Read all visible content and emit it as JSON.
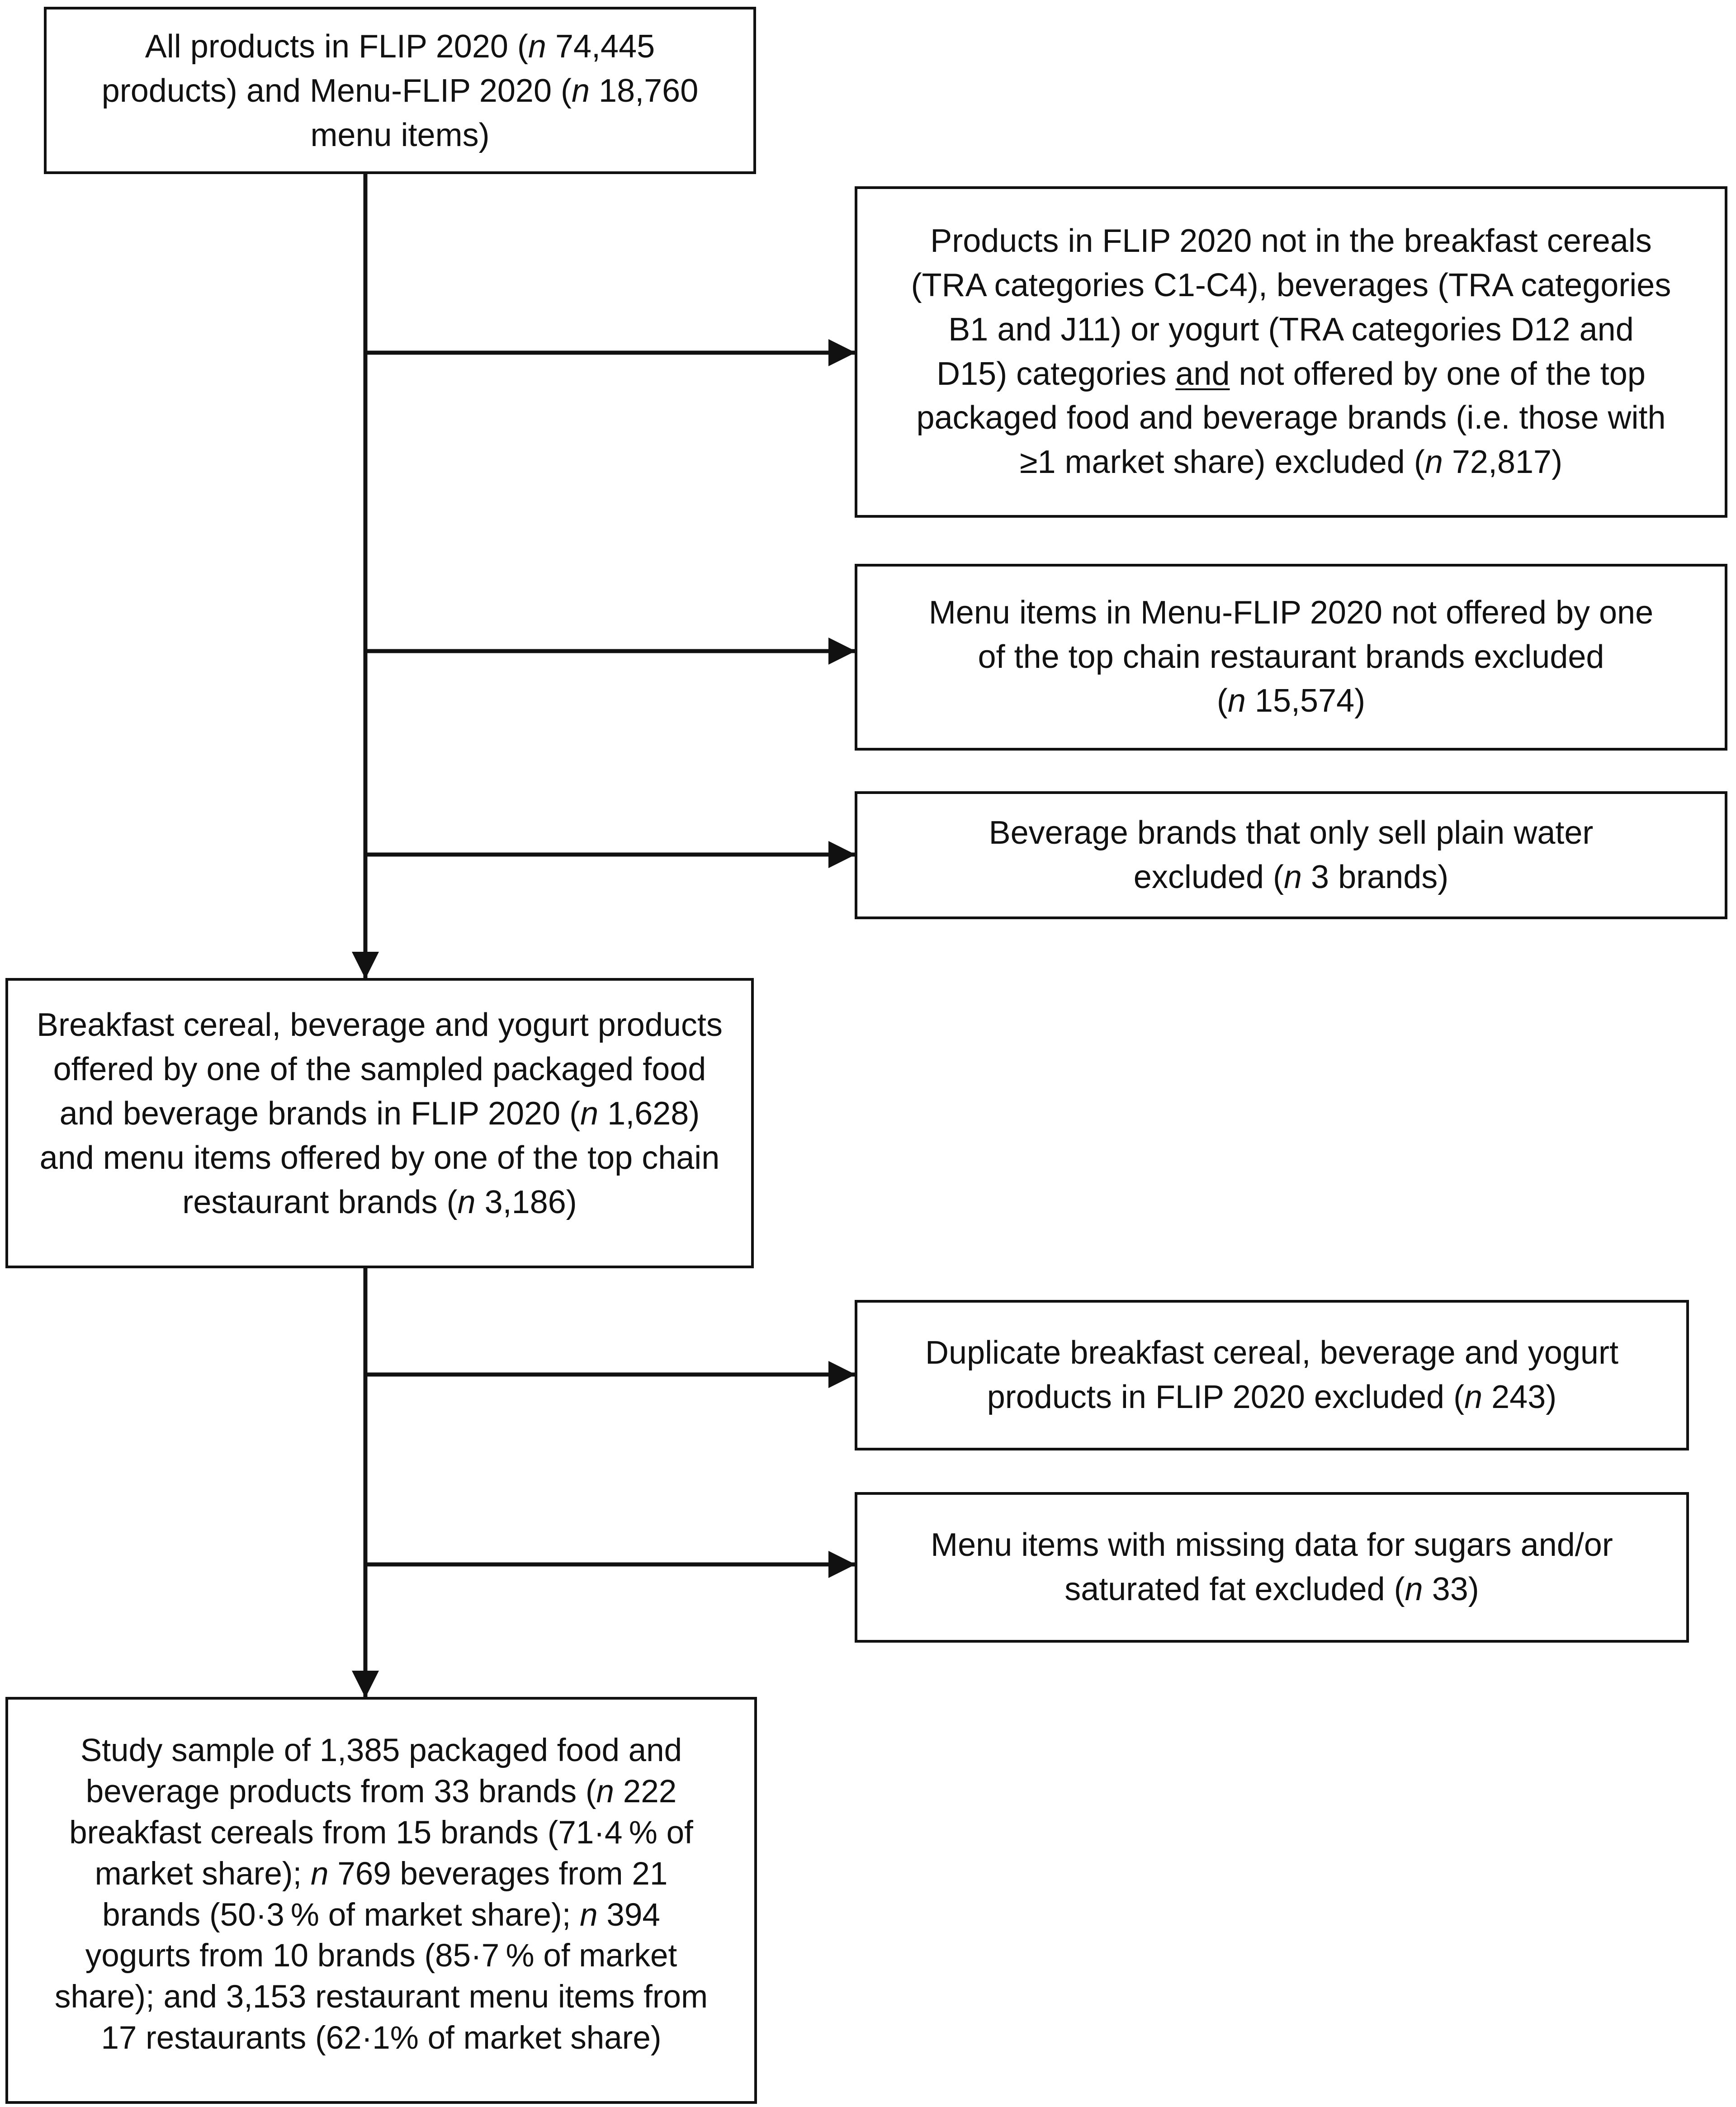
{
  "flowchart": {
    "boxes": {
      "all_products": {
        "segments": [
          {
            "t": "All products in FLIP 2020 ("
          },
          {
            "t": "n",
            "i": true
          },
          {
            "t": " 74,445\nproducts) and Menu-FLIP 2020 ("
          },
          {
            "t": "n",
            "i": true
          },
          {
            "t": " 18,760\nmenu items)"
          }
        ]
      },
      "excluded_flip_categories": {
        "segments": [
          {
            "t": "Products in FLIP 2020 not in the breakfast cereals\n(TRA categories C1-C4), beverages (TRA categories\nB1 and J11) or yogurt (TRA categories D12 and\nD15) categories "
          },
          {
            "t": "and",
            "u": true
          },
          {
            "t": " not offered by one of the top\npackaged food and beverage brands (i.e. those with\n≥1 market share) excluded ("
          },
          {
            "t": "n",
            "i": true
          },
          {
            "t": " 72,817)"
          }
        ]
      },
      "excluded_menu_items": {
        "segments": [
          {
            "t": "Menu items in Menu-FLIP 2020 not offered by one\nof the top chain restaurant brands excluded\n("
          },
          {
            "t": "n",
            "i": true
          },
          {
            "t": " 15,574)"
          }
        ]
      },
      "excluded_water_brands": {
        "segments": [
          {
            "t": "Beverage brands that only sell plain water\nexcluded ("
          },
          {
            "t": "n",
            "i": true
          },
          {
            "t": " 3 brands)"
          }
        ]
      },
      "intermediate_sample": {
        "segments": [
          {
            "t": "Breakfast cereal, beverage and yogurt products\noffered by one of the sampled packaged food\nand beverage brands in FLIP 2020 ("
          },
          {
            "t": "n",
            "i": true
          },
          {
            "t": " 1,628)\nand menu items offered by one of the top chain\nrestaurant brands ("
          },
          {
            "t": "n",
            "i": true
          },
          {
            "t": " 3,186)"
          }
        ]
      },
      "excluded_duplicates": {
        "segments": [
          {
            "t": "Duplicate breakfast cereal, beverage and yogurt\nproducts in FLIP 2020 excluded ("
          },
          {
            "t": "n",
            "i": true
          },
          {
            "t": " 243)"
          }
        ]
      },
      "excluded_missing_data": {
        "segments": [
          {
            "t": "Menu items with missing data for sugars and/or\nsaturated fat excluded ("
          },
          {
            "t": "n",
            "i": true
          },
          {
            "t": " 33)"
          }
        ]
      },
      "final_sample": {
        "segments": [
          {
            "t": "Study sample of 1,385 packaged food and\nbeverage products from 33 brands ("
          },
          {
            "t": "n",
            "i": true
          },
          {
            "t": " 222\nbreakfast cereals from 15 brands (71·4 % of\nmarket share); "
          },
          {
            "t": "n",
            "i": true
          },
          {
            "t": " 769 beverages from 21\nbrands (50·3 % of market share); "
          },
          {
            "t": "n",
            "i": true
          },
          {
            "t": " 394\nyogurts from 10 brands (85·7 % of market\nshare); and 3,153 restaurant menu items from\n17 restaurants (62·1% of market share)"
          }
        ]
      }
    }
  }
}
